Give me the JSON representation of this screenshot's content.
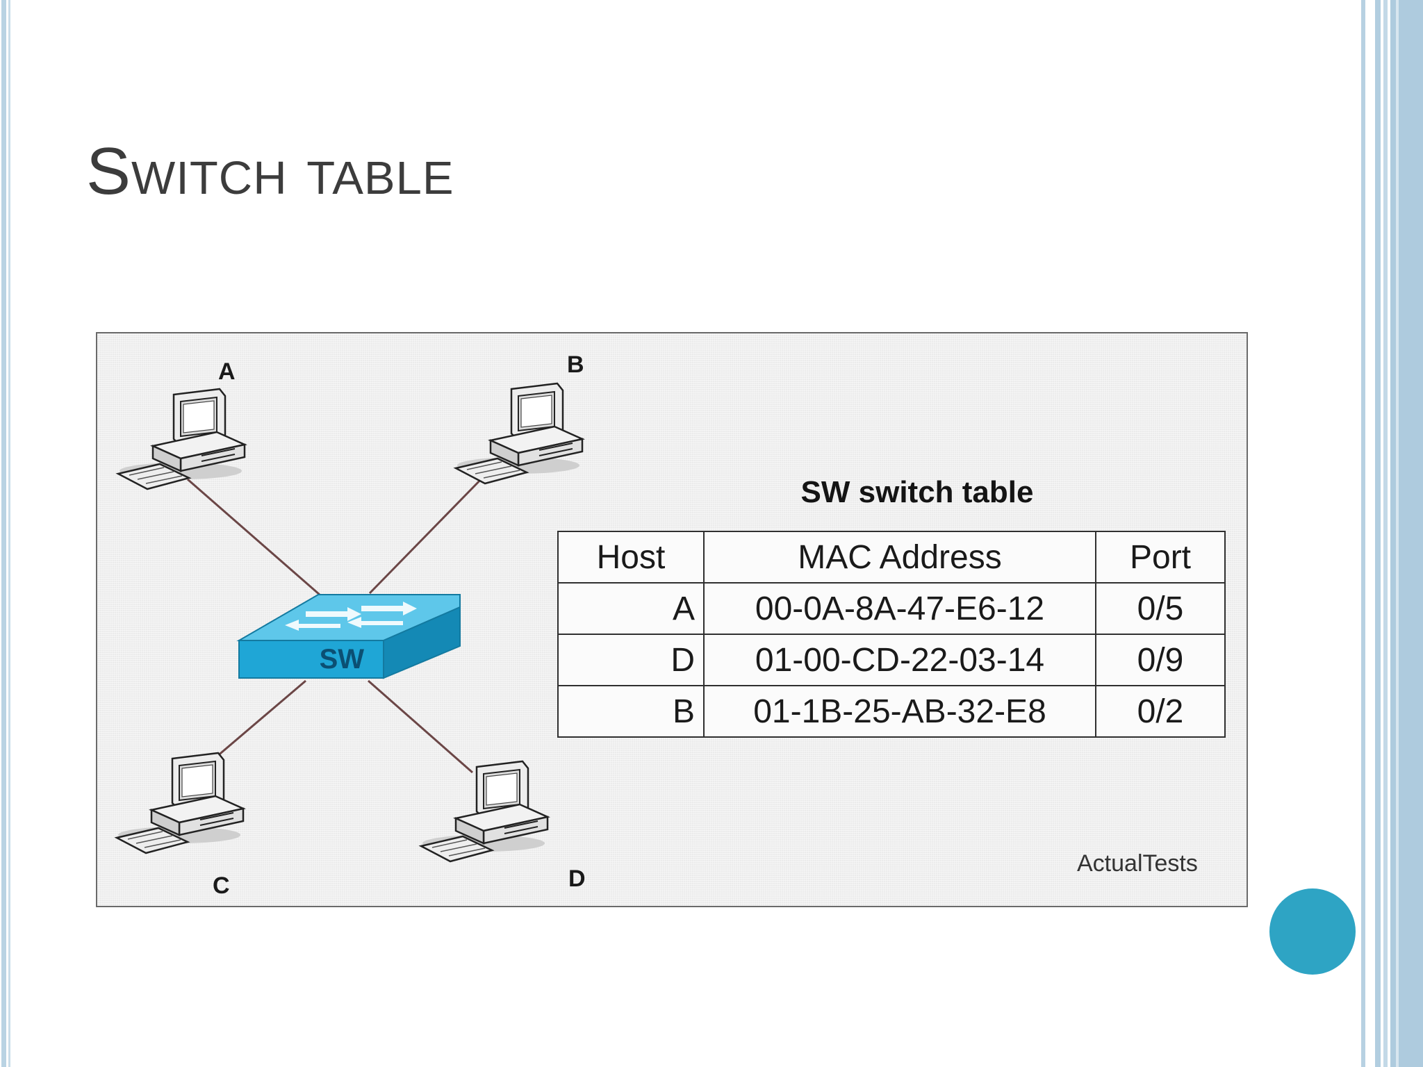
{
  "slide": {
    "title": "Switch table"
  },
  "diagram": {
    "switch_label": "SW",
    "hosts": [
      "A",
      "B",
      "C",
      "D"
    ],
    "table_title": "SW switch table",
    "table": {
      "headers": [
        "Host",
        "MAC Address",
        "Port"
      ],
      "rows": [
        {
          "host": "A",
          "mac": "00-0A-8A-47-E6-12",
          "port": "0/5"
        },
        {
          "host": "D",
          "mac": "01-00-CD-22-03-14",
          "port": "0/9"
        },
        {
          "host": "B",
          "mac": "01-1B-25-AB-32-E8",
          "port": "0/2"
        }
      ]
    },
    "watermark": "ActualTests"
  },
  "colors": {
    "accent": "#2ea4c4",
    "switch": "#1fa6d6",
    "cable": "#6b4646"
  }
}
